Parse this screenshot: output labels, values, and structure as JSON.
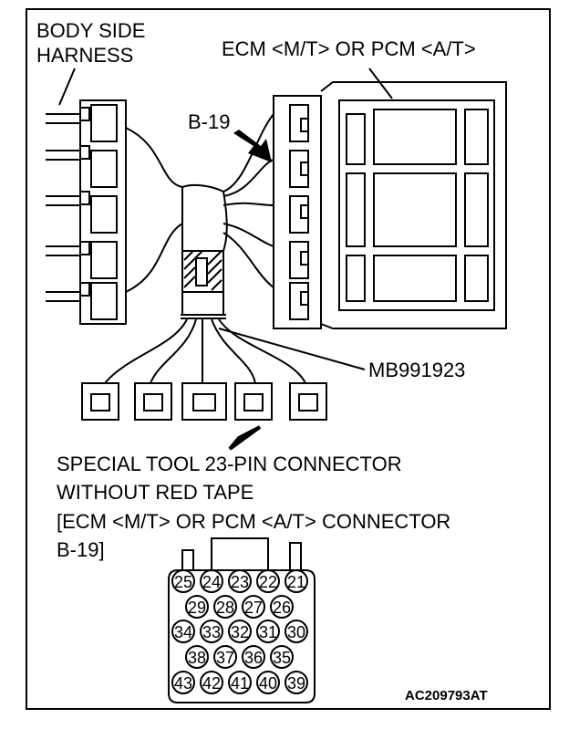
{
  "labels": {
    "body_side_line1": "BODY SIDE",
    "body_side_line2": "HARNESS",
    "ecm": "ECM <M/T> OR PCM <A/T>",
    "b19": "B-19",
    "tool_number": "MB991923",
    "special_line1": "SPECIAL TOOL 23-PIN CONNECTOR",
    "special_line2": "WITHOUT RED TAPE",
    "special_line3": "[ECM <M/T> OR PCM <A/T> CONNECTOR",
    "special_line4": "B-19]",
    "figure_code": "AC209793AT"
  },
  "connector_pins": {
    "row1": [
      "25",
      "24",
      "23",
      "22",
      "21"
    ],
    "row2": [
      "29",
      "28",
      "27",
      "26"
    ],
    "row3": [
      "34",
      "33",
      "32",
      "31",
      "30"
    ],
    "row4": [
      "38",
      "37",
      "36",
      "35"
    ],
    "row5": [
      "43",
      "42",
      "41",
      "40",
      "39"
    ]
  }
}
